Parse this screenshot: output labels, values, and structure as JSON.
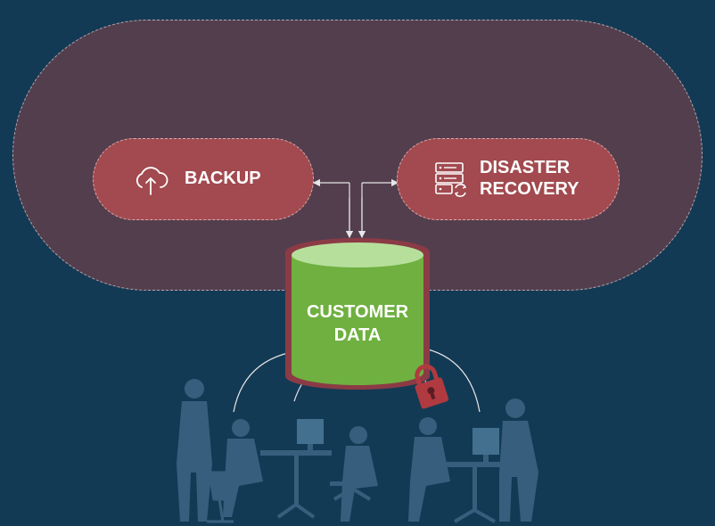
{
  "diagram": {
    "nodes": {
      "backup": {
        "label": "BACKUP",
        "icon": "cloud-upload-icon"
      },
      "disaster_recovery": {
        "line1": "DISASTER",
        "line2": "RECOVERY",
        "icon": "server-sync-icon"
      },
      "customer_data": {
        "line1": "CUSTOMER",
        "line2": "DATA",
        "icon": "database-cylinder"
      }
    },
    "decorations": [
      "padlock-icon",
      "office-workers-silhouette"
    ],
    "colors": {
      "background": "#133a55",
      "outer_pill": "#533e4e",
      "node_pill": "#a24a4f",
      "database": "#6fb040",
      "padlock": "#b03a40"
    }
  }
}
